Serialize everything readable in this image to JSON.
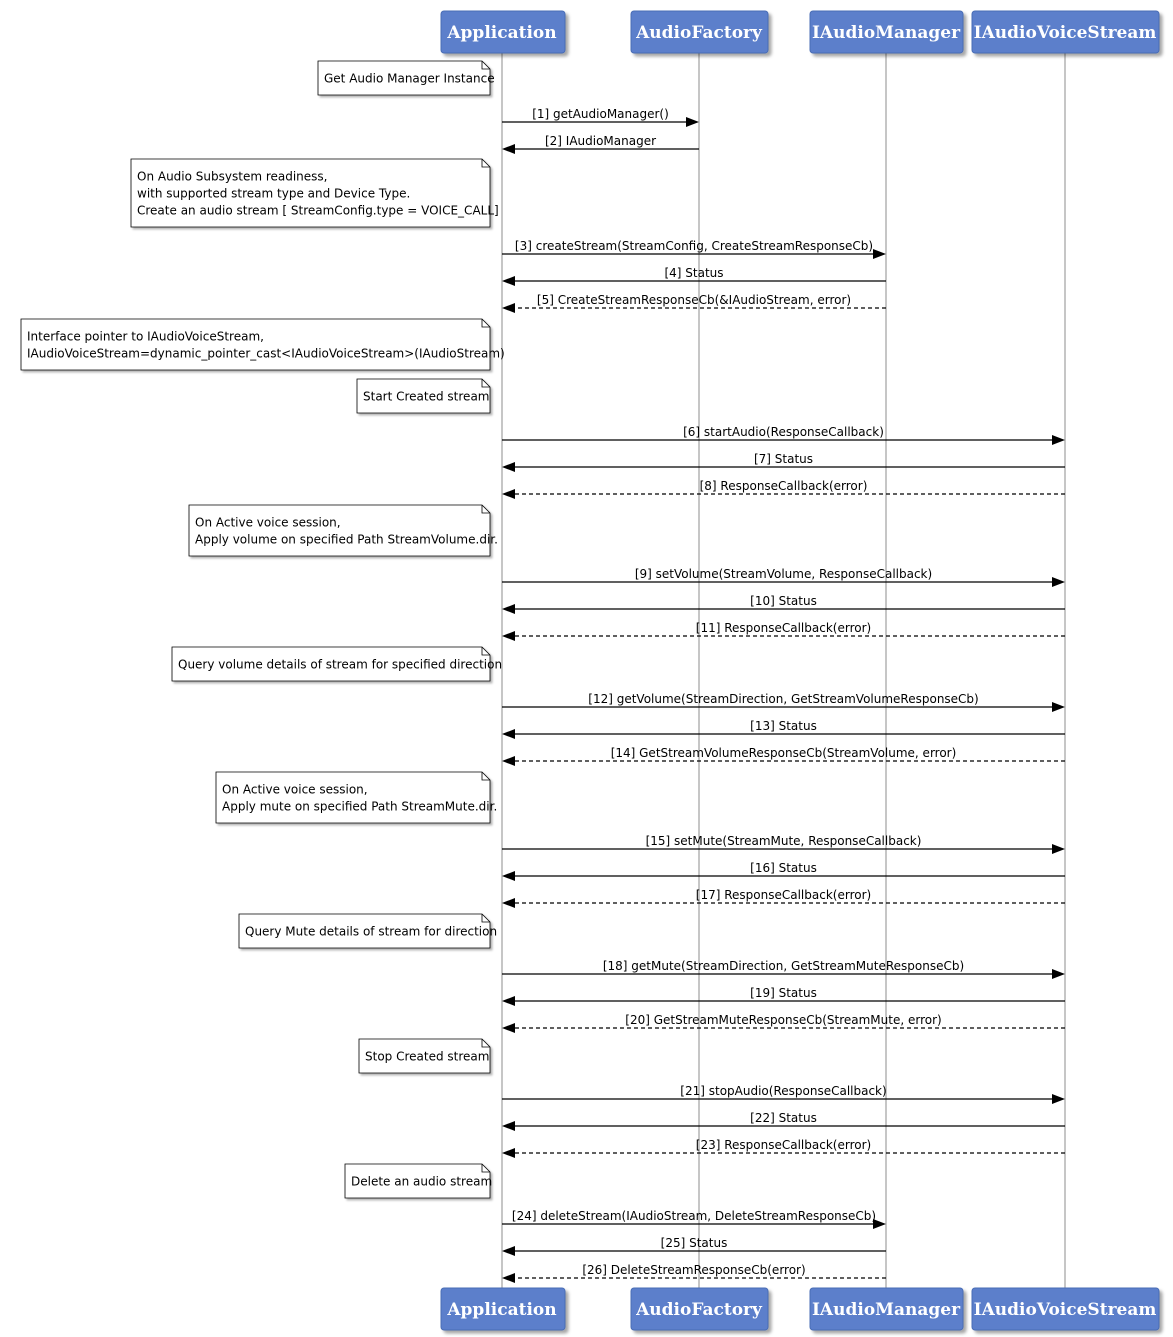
{
  "participants": [
    {
      "id": "app",
      "label": "Application"
    },
    {
      "id": "factory",
      "label": "AudioFactory"
    },
    {
      "id": "manager",
      "label": "IAudioManager"
    },
    {
      "id": "voice",
      "label": "IAudioVoiceStream"
    }
  ],
  "colors": {
    "participant_fill": "#5b7fcb",
    "participant_border": "#4a6db5",
    "lifeline": "#a0a0a0",
    "note_fill": "#ffffff",
    "note_border": "#000000",
    "arrow": "#000000"
  },
  "steps": [
    {
      "type": "note",
      "lines": [
        "Get Audio Manager Instance"
      ]
    },
    {
      "type": "msg",
      "from": "app",
      "to": "factory",
      "label": "[1] getAudioManager()",
      "style": "solid"
    },
    {
      "type": "msg",
      "from": "factory",
      "to": "app",
      "label": "[2] IAudioManager",
      "style": "solid"
    },
    {
      "type": "note",
      "lines": [
        "On Audio Subsystem readiness,",
        "with supported stream type and Device Type.",
        "Create an audio stream [ StreamConfig.type = VOICE_CALL]"
      ]
    },
    {
      "type": "msg",
      "from": "app",
      "to": "manager",
      "label": "[3] createStream(StreamConfig, CreateStreamResponseCb)",
      "style": "solid"
    },
    {
      "type": "msg",
      "from": "manager",
      "to": "app",
      "label": "[4] Status",
      "style": "solid"
    },
    {
      "type": "msg",
      "from": "manager",
      "to": "app",
      "label": "[5] CreateStreamResponseCb(&IAudioStream, error)",
      "style": "dashed"
    },
    {
      "type": "note",
      "lines": [
        "Interface pointer to IAudioVoiceStream,",
        "IAudioVoiceStream=dynamic_pointer_cast<IAudioVoiceStream>(IAudioStream)"
      ]
    },
    {
      "type": "note",
      "lines": [
        "Start Created stream"
      ]
    },
    {
      "type": "msg",
      "from": "app",
      "to": "voice",
      "label": "[6] startAudio(ResponseCallback)",
      "style": "solid"
    },
    {
      "type": "msg",
      "from": "voice",
      "to": "app",
      "label": "[7] Status",
      "style": "solid"
    },
    {
      "type": "msg",
      "from": "voice",
      "to": "app",
      "label": "[8] ResponseCallback(error)",
      "style": "dashed"
    },
    {
      "type": "note",
      "lines": [
        "On Active voice session,",
        "Apply volume on specified Path StreamVolume.dir."
      ]
    },
    {
      "type": "msg",
      "from": "app",
      "to": "voice",
      "label": "[9] setVolume(StreamVolume, ResponseCallback)",
      "style": "solid"
    },
    {
      "type": "msg",
      "from": "voice",
      "to": "app",
      "label": "[10] Status",
      "style": "solid"
    },
    {
      "type": "msg",
      "from": "voice",
      "to": "app",
      "label": "[11] ResponseCallback(error)",
      "style": "dashed"
    },
    {
      "type": "note",
      "lines": [
        "Query volume details of stream for specified direction"
      ]
    },
    {
      "type": "msg",
      "from": "app",
      "to": "voice",
      "label": "[12] getVolume(StreamDirection, GetStreamVolumeResponseCb)",
      "style": "solid"
    },
    {
      "type": "msg",
      "from": "voice",
      "to": "app",
      "label": "[13] Status",
      "style": "solid"
    },
    {
      "type": "msg",
      "from": "voice",
      "to": "app",
      "label": "[14] GetStreamVolumeResponseCb(StreamVolume, error)",
      "style": "dashed"
    },
    {
      "type": "note",
      "lines": [
        "On Active voice session,",
        "Apply mute on specified Path StreamMute.dir."
      ]
    },
    {
      "type": "msg",
      "from": "app",
      "to": "voice",
      "label": "[15] setMute(StreamMute, ResponseCallback)",
      "style": "solid"
    },
    {
      "type": "msg",
      "from": "voice",
      "to": "app",
      "label": "[16] Status",
      "style": "solid"
    },
    {
      "type": "msg",
      "from": "voice",
      "to": "app",
      "label": "[17] ResponseCallback(error)",
      "style": "dashed"
    },
    {
      "type": "note",
      "lines": [
        "Query Mute details of stream for direction"
      ]
    },
    {
      "type": "msg",
      "from": "app",
      "to": "voice",
      "label": "[18] getMute(StreamDirection, GetStreamMuteResponseCb)",
      "style": "solid"
    },
    {
      "type": "msg",
      "from": "voice",
      "to": "app",
      "label": "[19] Status",
      "style": "solid"
    },
    {
      "type": "msg",
      "from": "voice",
      "to": "app",
      "label": "[20] GetStreamMuteResponseCb(StreamMute, error)",
      "style": "dashed"
    },
    {
      "type": "note",
      "lines": [
        "Stop Created stream"
      ]
    },
    {
      "type": "msg",
      "from": "app",
      "to": "voice",
      "label": "[21] stopAudio(ResponseCallback)",
      "style": "solid"
    },
    {
      "type": "msg",
      "from": "voice",
      "to": "app",
      "label": "[22] Status",
      "style": "solid"
    },
    {
      "type": "msg",
      "from": "voice",
      "to": "app",
      "label": "[23] ResponseCallback(error)",
      "style": "dashed"
    },
    {
      "type": "note",
      "lines": [
        "Delete an audio stream"
      ]
    },
    {
      "type": "msg",
      "from": "app",
      "to": "manager",
      "label": "[24] deleteStream(IAudioStream, DeleteStreamResponseCb)",
      "style": "solid"
    },
    {
      "type": "msg",
      "from": "manager",
      "to": "app",
      "label": "[25] Status",
      "style": "solid"
    },
    {
      "type": "msg",
      "from": "manager",
      "to": "app",
      "label": "[26] DeleteStreamResponseCb(error)",
      "style": "dashed"
    }
  ]
}
